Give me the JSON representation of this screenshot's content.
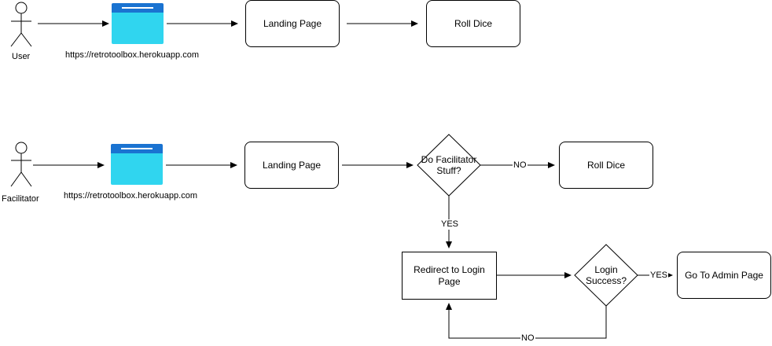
{
  "actors": {
    "user": "User",
    "facilitator": "Facilitator"
  },
  "urls": {
    "top": "https://retrotoolbox.herokuapp.com",
    "bottom": "https://retrotoolbox.herokuapp.com"
  },
  "nodes": {
    "landing_top": "Landing Page",
    "roll_dice_top": "Roll Dice",
    "landing_bottom": "Landing Page",
    "decision_facilitator": "Do Facilitator Stuff?",
    "roll_dice_bottom": "Roll Dice",
    "redirect_login": "Redirect to Login Page",
    "decision_login": "Login Success?",
    "admin_page": "Go To Admin Page"
  },
  "edge_labels": {
    "no_1": "NO",
    "yes_1": "YES",
    "yes_2": "YES",
    "no_2": "NO"
  },
  "colors": {
    "icon_bar": "#1a73d1",
    "icon_body": "#30d5ef"
  },
  "icons": {
    "actor": "stick-figure-icon",
    "web": "web-page-icon"
  }
}
